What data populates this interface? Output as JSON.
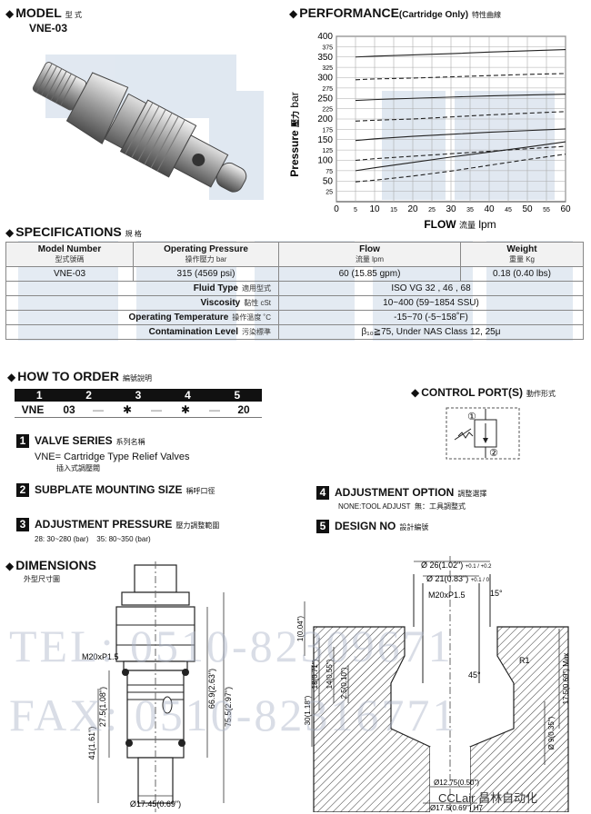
{
  "model": {
    "title": "MODEL",
    "title_cn": "型 式",
    "code": "VNE-03"
  },
  "performance": {
    "title": "PERFORMANCE",
    "subtitle": "(Cartridge Only)",
    "title_cn": "特性曲線"
  },
  "chart_data": {
    "type": "line",
    "title": "",
    "xlabel": "FLOW",
    "xlabel_cn": "流量",
    "xunit": "lpm",
    "ylabel": "Pressure",
    "ylabel_cn": "壓力",
    "yunit": "bar",
    "x_ticks": [
      "0",
      "5",
      "10",
      "15",
      "20",
      "25",
      "30",
      "35",
      "40",
      "45",
      "50",
      "55",
      "60"
    ],
    "y_ticks": [
      "400",
      "375",
      "350",
      "325",
      "300",
      "275",
      "250",
      "225",
      "200",
      "175",
      "150",
      "125",
      "100",
      "75",
      "50",
      "25"
    ],
    "xlim": [
      0,
      60
    ],
    "ylim": [
      0,
      400
    ],
    "grid": true,
    "series": [
      {
        "style": "solid",
        "x": [
          5,
          10,
          20,
          30,
          40,
          50,
          60
        ],
        "values": [
          350,
          352,
          355,
          358,
          362,
          365,
          368
        ]
      },
      {
        "style": "dashed",
        "x": [
          5,
          10,
          20,
          30,
          40,
          50,
          60
        ],
        "values": [
          295,
          297,
          299,
          302,
          305,
          308,
          310
        ]
      },
      {
        "style": "solid",
        "x": [
          5,
          10,
          20,
          30,
          40,
          50,
          60
        ],
        "values": [
          245,
          247,
          250,
          253,
          256,
          258,
          260
        ]
      },
      {
        "style": "dashed",
        "x": [
          5,
          10,
          20,
          30,
          40,
          50,
          60
        ],
        "values": [
          195,
          197,
          200,
          205,
          210,
          214,
          218
        ]
      },
      {
        "style": "solid",
        "x": [
          5,
          10,
          20,
          30,
          40,
          50,
          60
        ],
        "values": [
          148,
          152,
          158,
          163,
          168,
          172,
          176
        ]
      },
      {
        "style": "dashed",
        "x": [
          5,
          10,
          20,
          30,
          40,
          50,
          60
        ],
        "values": [
          100,
          104,
          110,
          116,
          122,
          128,
          134
        ]
      },
      {
        "style": "solid",
        "x": [
          5,
          10,
          20,
          30,
          40,
          50,
          60
        ],
        "values": [
          75,
          82,
          95,
          108,
          120,
          132,
          145
        ]
      },
      {
        "style": "dashed",
        "x": [
          5,
          10,
          20,
          30,
          40,
          50,
          60
        ],
        "values": [
          48,
          52,
          62,
          74,
          88,
          102,
          115
        ]
      }
    ]
  },
  "specifications": {
    "title": "SPECIFICATIONS",
    "title_cn": "規 格",
    "headers": {
      "model": "Model Number",
      "model_cn": "型式號碼",
      "pressure": "Operating Pressure",
      "pressure_cn": "操作壓力 bar",
      "flow": "Flow",
      "flow_cn": "流量 lpm",
      "weight": "Weight",
      "weight_cn": "重量 Kg"
    },
    "row": {
      "model": "VNE-03",
      "pressure": "315 (4569 psi)",
      "flow": "60 (15.85 gpm)",
      "weight": "0.18 (0.40 lbs)"
    },
    "fluid_type": {
      "label": "Fluid Type",
      "label_cn": "適用型式",
      "value": "ISO VG 32 , 46 , 68"
    },
    "viscosity": {
      "label": "Viscosity",
      "label_cn": "黏性 cSt",
      "value": "10~400 (59~1854 SSU)"
    },
    "temperature": {
      "label": "Operating Temperature",
      "label_cn": "操作溫度 ˚C",
      "value": "-15~70 (-5~158˚F)"
    },
    "contamination": {
      "label": "Contamination Level",
      "label_cn": "污染標準",
      "value": "β₁₀≧75, Under NAS Class 12, 25μ"
    }
  },
  "how_to_order": {
    "title": "HOW TO ORDER",
    "title_cn": "編號說明",
    "positions": [
      "1",
      "2",
      "3",
      "4",
      "5"
    ],
    "values": [
      "VNE",
      "03",
      "✱",
      "✱",
      "20"
    ],
    "dash": "—"
  },
  "control_port": {
    "title": "CONTROL PORT(S)",
    "title_cn": "動作形式",
    "port1": "①",
    "port2": "②"
  },
  "options": [
    {
      "num": "1",
      "title": "VALVE SERIES",
      "title_cn": "系列名稱",
      "text": "VNE= Cartridge Type Relief  Valves",
      "text_cn": "插入式調壓閥"
    },
    {
      "num": "2",
      "title": "SUBPLATE MOUNTING SIZE",
      "title_cn": "稱呼口徑"
    },
    {
      "num": "3",
      "title": "ADJUSTMENT PRESSURE",
      "title_cn": "壓力調整範圍",
      "text": "28: 30~280 (bar)    35: 80~350 (bar)"
    },
    {
      "num": "4",
      "title": "ADJUSTMENT OPTION",
      "title_cn": "調整選擇",
      "text": "NONE:TOOL ADJUST",
      "text_cn": "無：工具調整式"
    },
    {
      "num": "5",
      "title": "DESIGN NO",
      "title_cn": "設計編號"
    }
  ],
  "dimensions": {
    "title": "DIMENSIONS",
    "title_cn": "外型尺寸圖",
    "left": {
      "thread": "M20xP1.5",
      "d_overall": "75.5(2.97\")",
      "d_body": "66.9(2.63\")",
      "d_lower": "41(1.61\")",
      "d_mid": "27.5(1.08\")",
      "d_dia": "Ø17.45(0.69\")"
    },
    "right": {
      "d_top": "Ø 26(1.02\")",
      "d_top_tol": "+0.1 / +0.2",
      "d_21": "Ø 21(0.83\")",
      "d_21_tol": "+0.1 / 0",
      "thread": "M20xP1.5",
      "angle15": "15°",
      "angle45": "45°",
      "r1": "R1",
      "d_1": "1(0.04\")",
      "d_18": "18(0.71\")",
      "d_14": "14(0.55\")",
      "d_25": "2.5(0.10\")",
      "d_30": "30(1.18\")",
      "d_175": "17.5(0.69\") Max",
      "d_9": "Ø 9(0.35\")",
      "d_1275": "Ø12.75(0.50\")",
      "d_1745": "Ø17.5(0.69\") H7"
    }
  },
  "watermark": {
    "tel": "TEL: 0510-82309671",
    "fax": "FAX: 0510-82316771"
  },
  "brand": {
    "name": "CCLair",
    "cn": "昌林自动化"
  }
}
